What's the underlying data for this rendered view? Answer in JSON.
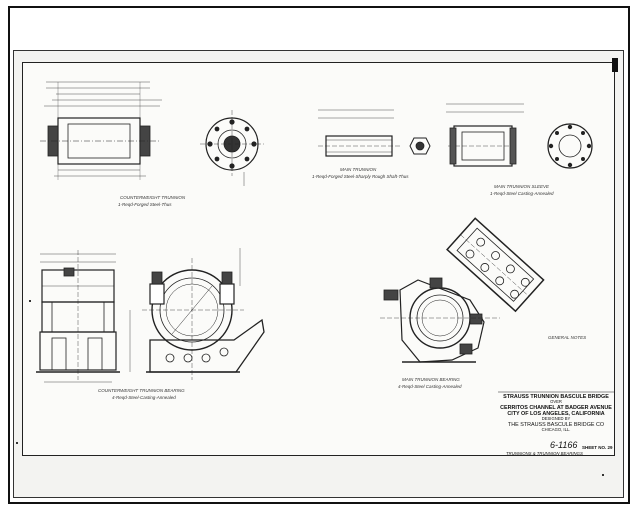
{
  "drawing": {
    "views": {
      "counterweight_trunnion": "COUNTERWEIGHT TRUNNION",
      "counterweight_trunnion_note": "1-Reqd-Forged Steel-Thus",
      "main_trunnion": "MAIN TRUNNION",
      "main_trunnion_note": "1-Reqd-Forged Steel-Sharply Rough Shaft-Thus",
      "main_trunnion_sleeve": "MAIN TRUNNION SLEEVE",
      "main_trunnion_sleeve_note": "1-Reqd-Steel Casting-Annealed",
      "counterweight_bearing": "COUNTERWEIGHT TRUNNION BEARING",
      "counterweight_bearing_note": "4-Reqd-Steel-Casting-Annealed",
      "main_bearing": "MAIN TRUNNION BEARING",
      "main_bearing_note": "4-Reqd-Steel Casting-Annealed",
      "general_notes": "GENERAL NOTES"
    },
    "title_block": {
      "line1": "STRAUSS TRUNNION BASCULE BRIDGE",
      "line2": "OVER",
      "line3": "CERRITOS CHANNEL AT BADGER AVENUE",
      "line4": "CITY OF LOS ANGELES, CALIFORNIA",
      "line5": "DESIGNED BY",
      "line6": "THE STRAUSS BASCULE BRIDGE CO",
      "line7": "CHICAGO, ILL.",
      "drawing_no": "6-1166",
      "sheet": "SHEET NO. 29",
      "subject": "TRUNNIONS & TRUNNION BEARINGS"
    }
  }
}
